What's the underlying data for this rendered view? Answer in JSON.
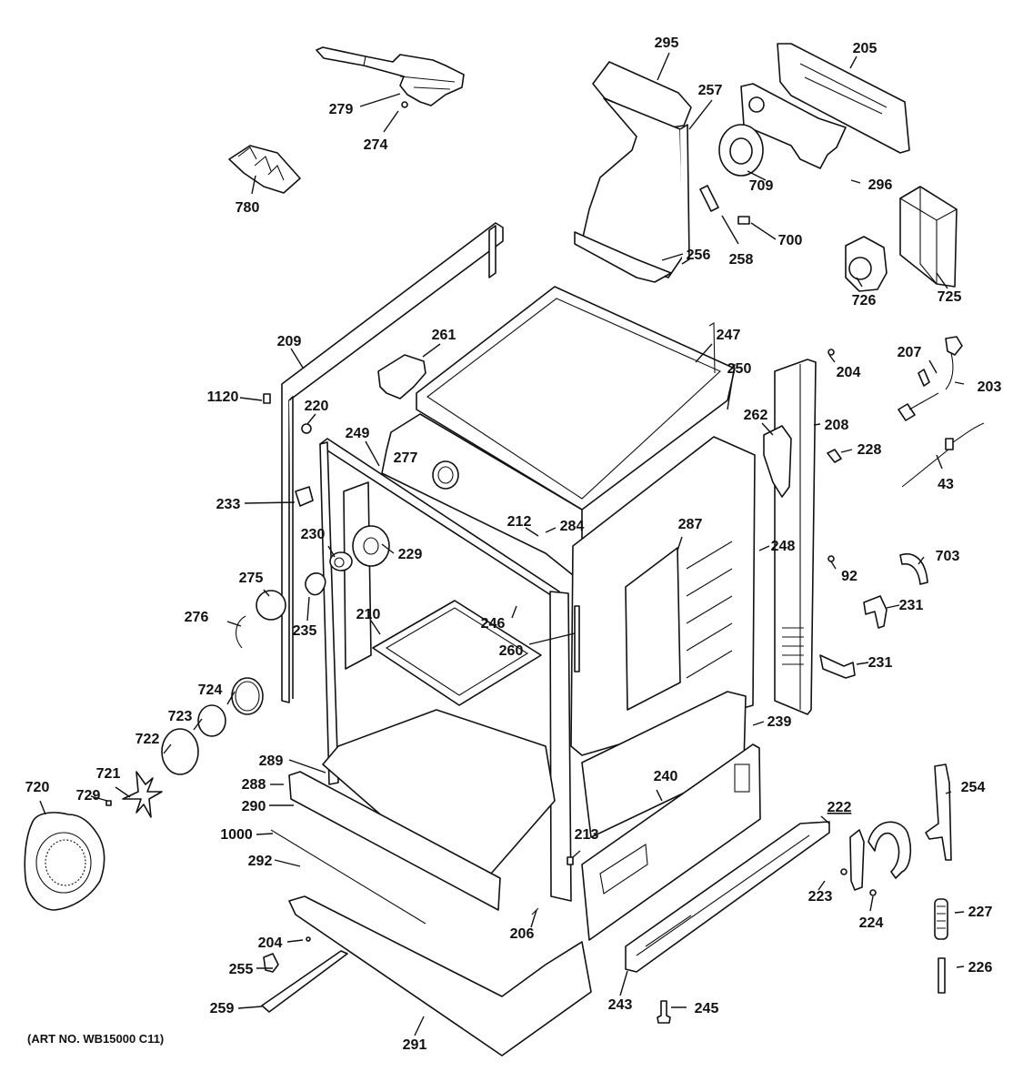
{
  "diagram": {
    "title": "Range body exploded parts view",
    "art_number": "(ART NO. WB15000 C11)",
    "callouts": [
      {
        "id": "c295",
        "label": "295",
        "part": "top-duct-cover"
      },
      {
        "id": "c205",
        "label": "205",
        "part": "rear-cover-panel"
      },
      {
        "id": "c257",
        "label": "257",
        "part": "duct-side"
      },
      {
        "id": "c279",
        "label": "279",
        "part": "door-latch-assembly"
      },
      {
        "id": "c274",
        "label": "274",
        "part": "screw"
      },
      {
        "id": "c709",
        "label": "709",
        "part": "fan-shroud"
      },
      {
        "id": "c296",
        "label": "296",
        "part": "back-panel-bracket"
      },
      {
        "id": "c780",
        "label": "780",
        "part": "spacer"
      },
      {
        "id": "c700",
        "label": "700",
        "part": "clip"
      },
      {
        "id": "c258",
        "label": "258",
        "part": "link"
      },
      {
        "id": "c256",
        "label": "256",
        "part": "duct-base"
      },
      {
        "id": "c726",
        "label": "726",
        "part": "motor"
      },
      {
        "id": "c725",
        "label": "725",
        "part": "box-cover"
      },
      {
        "id": "c261",
        "label": "261",
        "part": "insulation-block"
      },
      {
        "id": "c247",
        "label": "247",
        "part": "rear-wire"
      },
      {
        "id": "c209",
        "label": "209",
        "part": "side-panel-left"
      },
      {
        "id": "c204a",
        "label": "204",
        "part": "screw"
      },
      {
        "id": "c207",
        "label": "207",
        "part": "connector"
      },
      {
        "id": "c203",
        "label": "203",
        "part": "power-cord"
      },
      {
        "id": "c250",
        "label": "250",
        "part": "oven-liner"
      },
      {
        "id": "c1120",
        "label": "1120",
        "part": "tab"
      },
      {
        "id": "c220",
        "label": "220",
        "part": "nut"
      },
      {
        "id": "c262",
        "label": "262",
        "part": "insulation-right"
      },
      {
        "id": "c208",
        "label": "208",
        "part": "side-panel-right"
      },
      {
        "id": "c249",
        "label": "249",
        "part": "front-frame"
      },
      {
        "id": "c277",
        "label": "277",
        "part": "grommet"
      },
      {
        "id": "c228",
        "label": "228",
        "part": "clip"
      },
      {
        "id": "c43",
        "label": "43",
        "part": "sensor"
      },
      {
        "id": "c233",
        "label": "233",
        "part": "lamp-socket"
      },
      {
        "id": "c212",
        "label": "212",
        "part": "nut"
      },
      {
        "id": "c284",
        "label": "284",
        "part": "bracket"
      },
      {
        "id": "c287",
        "label": "287",
        "part": "side-insulation"
      },
      {
        "id": "c230",
        "label": "230",
        "part": "lamp-receptacle"
      },
      {
        "id": "c229",
        "label": "229",
        "part": "lamp-housing"
      },
      {
        "id": "c248",
        "label": "248",
        "part": "side-wrapper"
      },
      {
        "id": "c92",
        "label": "92",
        "part": "screw"
      },
      {
        "id": "c703",
        "label": "703",
        "part": "bracket-curved"
      },
      {
        "id": "c275",
        "label": "275",
        "part": "lamp-cover"
      },
      {
        "id": "c276",
        "label": "276",
        "part": "wire-retainer"
      },
      {
        "id": "c235",
        "label": "235",
        "part": "bulb"
      },
      {
        "id": "c210",
        "label": "210",
        "part": "oven-bottom"
      },
      {
        "id": "c246",
        "label": "246",
        "part": "front-frame-top"
      },
      {
        "id": "c260",
        "label": "260",
        "part": "gasket-strip"
      },
      {
        "id": "c231a",
        "label": "231",
        "part": "hinge-receiver"
      },
      {
        "id": "c231b",
        "label": "231",
        "part": "hinge-receiver"
      },
      {
        "id": "c724",
        "label": "724",
        "part": "convection-cover"
      },
      {
        "id": "c723",
        "label": "723",
        "part": "baffle"
      },
      {
        "id": "c722",
        "label": "722",
        "part": "element-plate"
      },
      {
        "id": "c721",
        "label": "721",
        "part": "fan-blade"
      },
      {
        "id": "c720",
        "label": "720",
        "part": "fan-cover"
      },
      {
        "id": "c729",
        "label": "729",
        "part": "nut"
      },
      {
        "id": "c239",
        "label": "239",
        "part": "rear-bracket"
      },
      {
        "id": "c289",
        "label": "289",
        "part": "drawer-liner"
      },
      {
        "id": "c288",
        "label": "288",
        "part": "drawer-bracket"
      },
      {
        "id": "c290",
        "label": "290",
        "part": "drawer-panel"
      },
      {
        "id": "c240",
        "label": "240",
        "part": "bottom-rear-panel"
      },
      {
        "id": "c254",
        "label": "254",
        "part": "hinge"
      },
      {
        "id": "c222",
        "label": "222",
        "part": "burner-assembly"
      },
      {
        "id": "c1000",
        "label": "1000",
        "part": "rod"
      },
      {
        "id": "c292",
        "label": "292",
        "part": "clip-spring"
      },
      {
        "id": "c213",
        "label": "213",
        "part": "screw"
      },
      {
        "id": "c223",
        "label": "223",
        "part": "screw"
      },
      {
        "id": "c227",
        "label": "227",
        "part": "spring"
      },
      {
        "id": "c224",
        "label": "224",
        "part": "nut"
      },
      {
        "id": "c206",
        "label": "206",
        "part": "screw"
      },
      {
        "id": "c204b",
        "label": "204",
        "part": "screw"
      },
      {
        "id": "c255",
        "label": "255",
        "part": "leveling-leg"
      },
      {
        "id": "c226",
        "label": "226",
        "part": "link"
      },
      {
        "id": "c243",
        "label": "243",
        "part": "manifold-panel"
      },
      {
        "id": "c245",
        "label": "245",
        "part": "bolt"
      },
      {
        "id": "c259",
        "label": "259",
        "part": "rail"
      },
      {
        "id": "c291",
        "label": "291",
        "part": "base-frame"
      }
    ]
  }
}
